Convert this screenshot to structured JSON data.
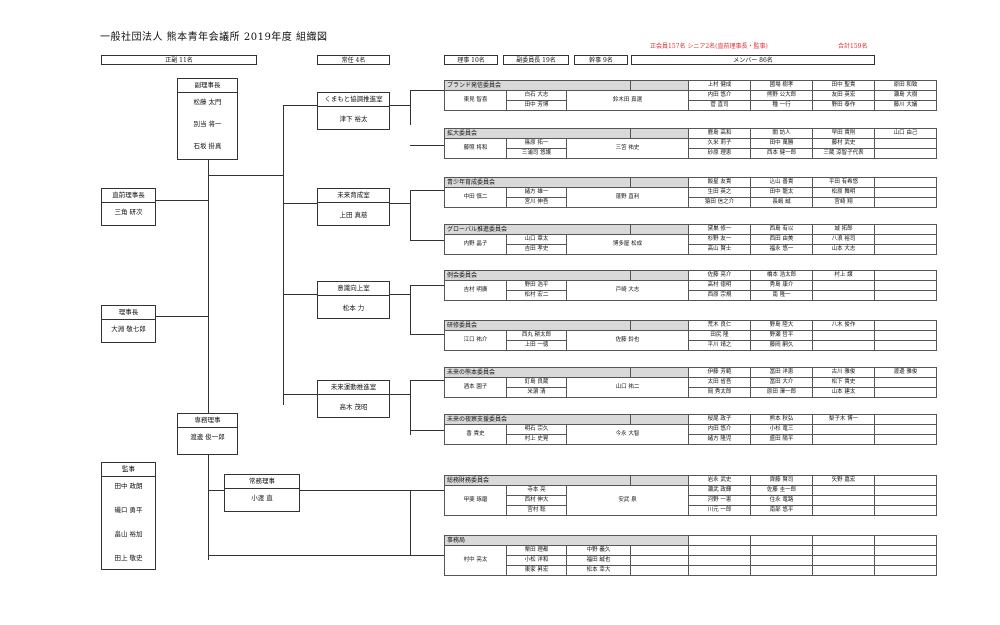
{
  "header": {
    "title": "一般社団法人 熊本青年会議所 2019年度 組織図",
    "red_left": "正会員157名 シニア2名(直前理事長・監事)",
    "red_right": "合計159名"
  },
  "top": {
    "seiin": "正副 11名",
    "jonin": "常任 4名",
    "riji": "理事 10名",
    "fuku": "副委員長 19名",
    "kanji": "幹事 9名",
    "member": "メンバー 86名"
  },
  "roles": {
    "vice": {
      "title": "副理事長",
      "names": [
        "松藤 太門",
        "別当 将一",
        "石坂 掛真"
      ]
    },
    "prev": {
      "title": "直前理事長",
      "names": [
        "三角 研次"
      ]
    },
    "pres": {
      "title": "理事長",
      "names": [
        "大淵 敬七郎"
      ]
    },
    "exec": {
      "title": "専務理事",
      "names": [
        "渡邊 俊一郎"
      ]
    },
    "auditor": {
      "title": "監事",
      "names": [
        "田中 政朗",
        "磯口 勇平",
        "畠山 裕加",
        "田上 敬史"
      ]
    },
    "jomu": {
      "title": "常務理事",
      "names": [
        "小渡 直"
      ]
    }
  },
  "offices": [
    {
      "title": "くまもと協調推進室",
      "name": "津下 裕太"
    },
    {
      "title": "未来育成室",
      "name": "上田 真慈"
    },
    {
      "title": "意識向上室",
      "name": "松本 力"
    },
    {
      "title": "未来運動推進室",
      "name": "高木 茂昭"
    }
  ],
  "committees": [
    {
      "name": "ブランド発信委員会",
      "leader": "東見 智喜",
      "vices": [
        "白石 大志",
        "田中 芳博"
      ],
      "kanji": "鈴木田 真選",
      "members": [
        "上村 健成",
        "國場 樹孝",
        "田中 聖貴",
        "原田 和致",
        "内田 悠介",
        "熊野 公大郎",
        "友田 英宏",
        "瀬島 大樹",
        "菅 直司",
        "種 一行",
        "野田 泰作",
        "藤川 大議"
      ]
    },
    {
      "name": "拡大委員会",
      "leader": "藤照 将和",
      "vices": [
        "篠原 拓一",
        "三浦司 悠護"
      ],
      "kanji": "三笘 祐史",
      "members": [
        "鹿島 高和",
        "關 訪人",
        "早田 貴則",
        "山口 由己",
        "久米 莉子",
        "田中 萬勝",
        "藤村 武史",
        "",
        "砂原 理恵",
        "西本 健一郎",
        "三蔵 涼智子代表",
        ""
      ]
    },
    {
      "name": "青少年育成委員会",
      "leader": "中田 慎二",
      "vices": [
        "緒方 雄一",
        "宮川 伸吾"
      ],
      "kanji": "蓬野 直利",
      "members": [
        "飯星 友貴",
        "込山 善貴",
        "平田 有希悠",
        "",
        "生田 英之",
        "田中 龍太",
        "松原 舞明",
        "",
        "猿田 信之介",
        "長嶋 誠",
        "宮崎 翔",
        ""
      ]
    },
    {
      "name": "グローバル推進委員会",
      "leader": "内野 晶子",
      "vices": [
        "山口 章太",
        "吉田 孝史"
      ],
      "kanji": "博多屋 松成",
      "members": [
        "黛巣 修一",
        "西島 有以",
        "城 拓郎",
        "",
        "杉野 友一",
        "西田 由美",
        "八浪 裕司",
        "",
        "高山 賢士",
        "福永 悠一",
        "山本 大志",
        ""
      ]
    },
    {
      "name": "例会委員会",
      "leader": "吉村 明廣",
      "vices": [
        "野田 浩平",
        "松村 宏二"
      ],
      "kanji": "戸崎 大志",
      "members": [
        "佐藤 亮介",
        "橋本 浩太郎",
        "村上 譲",
        "",
        "高村 徳明",
        "秀島 康介",
        "",
        "",
        "西原 宗規",
        "南 隆一",
        "",
        ""
      ]
    },
    {
      "name": "研修委員会",
      "leader": "江口 祐介",
      "vices": [
        "西丸 耕太郎",
        "上田 一徳"
      ],
      "kanji": "佐藤 鈴也",
      "members": [
        "荒木 良仁",
        "野島 陸大",
        "八木 俊作",
        "",
        "田尻 隆",
        "野瀬 哲平",
        "",
        "",
        "平川 靖之",
        "藤岡 嗣久",
        "",
        ""
      ]
    },
    {
      "name": "未来の熊本委員会",
      "leader": "酒本 園子",
      "vices": [
        "釘島 良蔵",
        "米濵 清"
      ],
      "kanji": "山口 祐二",
      "members": [
        "伊藤 芳範",
        "冨田 洋恵",
        "古川 雅俊",
        "渡邊 雅俊",
        "太田 省吾",
        "冨田 大介",
        "松下 貴史",
        "",
        "岡 秀太郎",
        "原田 澤一郎",
        "山本 建太",
        ""
      ]
    },
    {
      "name": "未来の夜察支援委員会",
      "leader": "香 貴史",
      "vices": [
        "明石 宗久",
        "村上 史晃"
      ],
      "kanji": "今永 大智",
      "members": [
        "桜尾 政子",
        "熊本 秋弘",
        "梨子木 博一",
        "",
        "内田 悠介",
        "小杉 竜三",
        "",
        "",
        "緒方 隆児",
        "盛田 陽平",
        "",
        ""
      ]
    },
    {
      "name": "総務財務委員会",
      "leader": "甲斐 琢磨",
      "vices": [
        "寺本 亮",
        "西村 伸大",
        "宮村 聡"
      ],
      "kanji": "安武 泉",
      "members": [
        "岩永 武史",
        "齊藤 賢司",
        "矢野 嘉宏",
        "",
        "瀬武 政輝",
        "佐藤 圭一郎",
        "",
        "",
        "河野 一憲",
        "住永 竜路",
        "",
        "",
        "川元 一郎",
        "南部 悠平",
        "",
        ""
      ]
    },
    {
      "name": "事務局",
      "leader": "村中 亮太",
      "office": [
        "栗田 理都",
        "中野 義久",
        "小松 洋和",
        "福田 誠也",
        "東家 昇宏",
        "松本 幸大"
      ]
    }
  ]
}
